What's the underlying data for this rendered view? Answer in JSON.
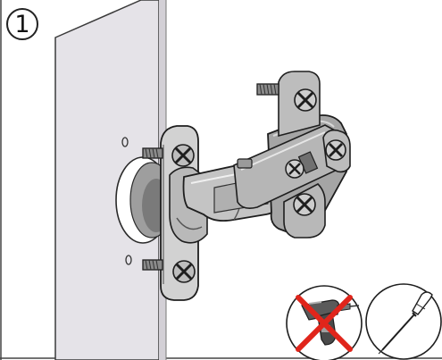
{
  "step": {
    "number": "1"
  },
  "tools": [
    {
      "name": "drill",
      "allowed": false,
      "icon": "drill-icon"
    },
    {
      "name": "screwdriver",
      "allowed": true,
      "icon": "screwdriver-icon"
    }
  ],
  "colors": {
    "panel": "#e5e3e8",
    "panel_edge": "#c9c6cd",
    "metal_light": "#cfcfcf",
    "metal_mid": "#a9a9a9",
    "metal_dark": "#5f5f5f",
    "outline": "#1e1e1e",
    "forbidden_mark": "#e0251b"
  }
}
